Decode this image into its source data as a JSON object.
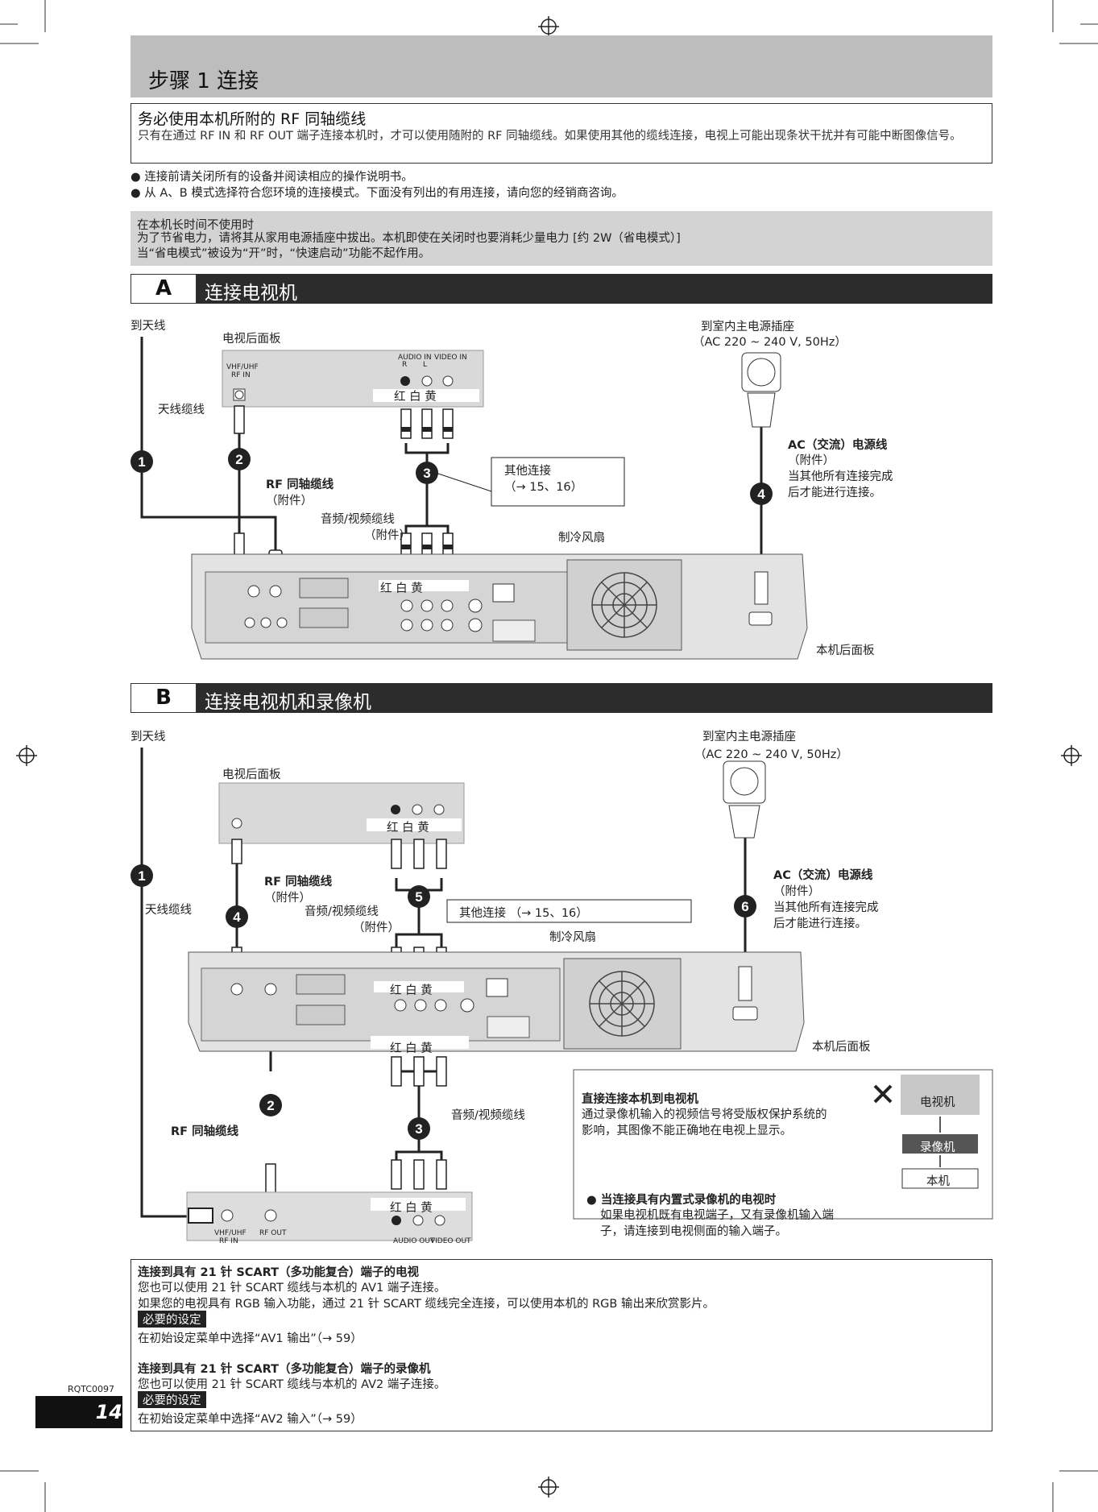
{
  "header": {
    "title": "步骤 1 连接"
  },
  "rf_box": {
    "heading": "务必使用本机所附的 RF 同轴缆线",
    "body": "只有在通过 RF IN 和 RF OUT 端子连接本机时，才可以使用随附的 RF 同轴缆线。如果使用其他的缆线连接，电视上可能出现条状干扰并有可能中断图像信号。"
  },
  "bullets": [
    "● 连接前请关闭所有的设备并阅读相应的操作说明书。",
    "● 从 A、B 模式选择符合您环境的连接模式。下面没有列出的有用连接，请向您的经销商咨询。"
  ],
  "power_box": {
    "heading": "在本机长时间不使用时",
    "line1": "为了节省电力，请将其从家用电源插座中拔出。本机即使在关闭时也要消耗少量电力 [约 2W（省电模式）]",
    "line2": "当“省电模式”被设为“开”时，“快速启动”功能不起作用。"
  },
  "section_a": {
    "letter": "A",
    "title": "连接电视机",
    "to_antenna": "到天线",
    "tv_panel": "电视后面板",
    "vhf": "VHF/UHF",
    "rf_in": "RF IN",
    "audio_in": "AUDIO IN",
    "video_in": "VIDEO IN",
    "r": "R",
    "l": "L",
    "colors": "红  白   黄",
    "antenna_cable": "天线缆线",
    "rf_cable": "RF 同轴缆线",
    "attached": "（附件）",
    "other_conn": "其他连接",
    "other_ref": "（→ 15、16）",
    "av_cable": "音频/视频缆线",
    "outlet": "到室内主电源插座",
    "outlet_spec": "（AC 220 ~ 240 V, 50Hz）",
    "ac_cord": "AC（交流）电源线",
    "ac_note1": "当其他所有连接完成",
    "ac_note2": "后才能进行连接。",
    "fan": "制冷风扇",
    "unit_panel": "本机后面板",
    "nums": [
      "1",
      "2",
      "3",
      "4"
    ]
  },
  "section_b": {
    "letter": "B",
    "title": "连接电视机和录像机",
    "to_antenna": "到天线",
    "tv_panel": "电视后面板",
    "rf_cable": "RF 同轴缆线",
    "attached": "（附件）",
    "av_cable": "音频/视频缆线",
    "antenna_cable": "天线缆线",
    "other": "其他连接 （→ 15、16）",
    "outlet": "到室内主电源插座",
    "outlet_spec": "（AC 220 ~ 240 V, 50Hz）",
    "ac_cord": "AC（交流）电源线",
    "ac_note1": "当其他所有连接完成",
    "ac_note2": "后才能进行连接。",
    "fan": "制冷风扇",
    "unit_panel": "本机后面板",
    "vcr_vhf": "VHF/UHF",
    "vcr_rf_in": "RF IN",
    "vcr_rf_out": "RF OUT",
    "vcr_audio_out": "AUDIO OUT",
    "vcr_video_out": "VIDEO OUT",
    "nums": [
      "1",
      "2",
      "3",
      "4",
      "5",
      "6"
    ],
    "warn_title": "直接连接本机到电视机",
    "warn_body1": "通过录像机输入的视频信号将受版权保护系统的",
    "warn_body2": "影响，其图像不能正确地在电视上显示。",
    "chain": [
      "电视机",
      "录像机",
      "本机"
    ],
    "builtin_title": "● 当连接具有内置式录像机的电视时",
    "builtin_body1": "如果电视机既有电视端子，又有录像机输入端",
    "builtin_body2": "子，请连接到电视侧面的输入端子。"
  },
  "scart_note": {
    "tv_title": "连接到具有 21 针 SCART（多功能复合）端子的电视",
    "tv_l1": "您也可以使用 21 针 SCART 缆线与本机的 AV1 端子连接。",
    "tv_l2": "如果您的电视具有 RGB 输入功能，通过 21 针 SCART 缆线完全连接，可以使用本机的 RGB 输出来欣赏影片。",
    "tag": "必要的设定",
    "tv_l3": "在初始设定菜单中选择“AV1 输出”（→ 59）",
    "vcr_title": "连接到具有 21 针 SCART（多功能复合）端子的录像机",
    "vcr_l1": "您也可以使用 21 针 SCART 缆线与本机的 AV2 端子连接。",
    "vcr_l3": "在初始设定菜单中选择“AV2 输入”（→ 59）"
  },
  "footer": {
    "code": "RQTC0097",
    "page": "14"
  }
}
